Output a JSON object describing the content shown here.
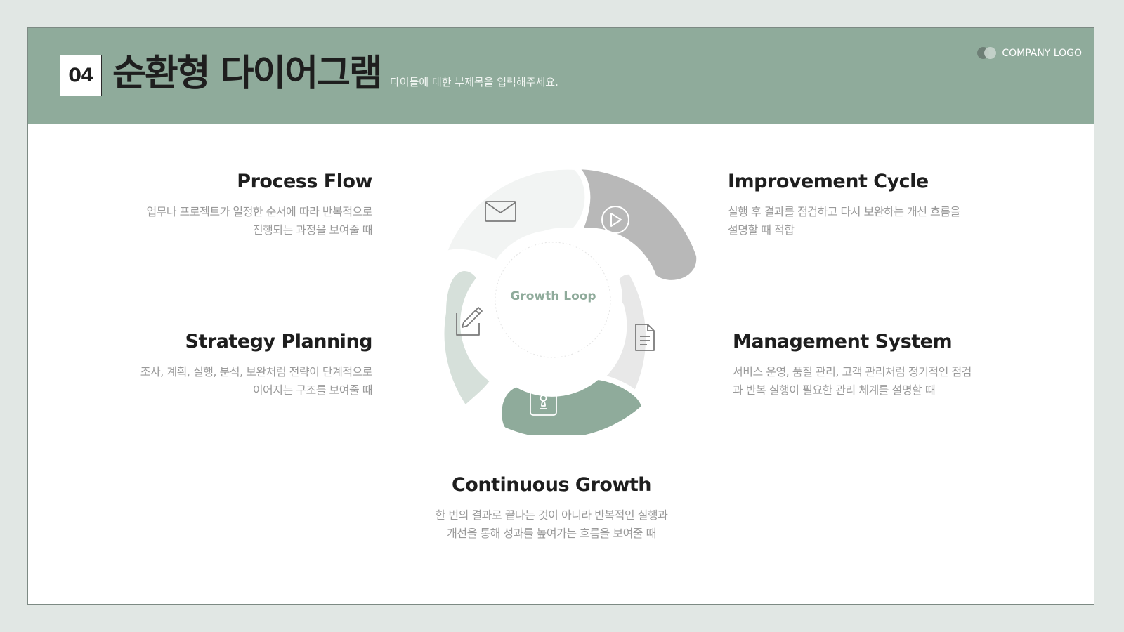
{
  "header": {
    "number": "04",
    "title": "순환형 다이어그램",
    "subtitle": "타이틀에 대한 부제목을 입력해주세요.",
    "logo": "COMPANY LOGO"
  },
  "diagram": {
    "center": "Growth Loop",
    "segments": [
      {
        "icon": "envelope-icon",
        "color": "#f2f4f3"
      },
      {
        "icon": "play-icon",
        "color": "#b8b8b8"
      },
      {
        "icon": "document-icon",
        "color": "#e8e8e8"
      },
      {
        "icon": "lock-icon",
        "color": "#8fab9b"
      },
      {
        "icon": "edit-icon",
        "color": "#d6e0da"
      }
    ]
  },
  "items": {
    "process_flow": {
      "title": "Process Flow",
      "desc_line1": "업무나 프로젝트가 일정한 순서에 따라 반복적으로",
      "desc_line2": "진행되는 과정을 보여줄 때"
    },
    "improvement_cycle": {
      "title": "Improvement Cycle",
      "desc_line1": "실행 후 결과를 점검하고 다시 보완하는 개선 흐름을",
      "desc_line2": "설명할 때 적합"
    },
    "strategy_planning": {
      "title": "Strategy Planning",
      "desc_line1": "조사, 계획, 실행, 분석, 보완처럼 전략이 단계적으로",
      "desc_line2": "이어지는 구조를 보여줄 때"
    },
    "management_system": {
      "title": "Management System",
      "desc_line1": "서비스 운영, 품질 관리, 고객 관리처럼 정기적인 점검",
      "desc_line2": "과 반복 실행이 필요한 관리 체계를 설명할 때"
    },
    "continuous_growth": {
      "title": "Continuous Growth",
      "desc_line1": "한 번의 결과로 끝나는 것이 아니라 반복적인 실행과",
      "desc_line2": "개선을 통해 성과를 높여가는 흐름을 보여줄 때"
    }
  }
}
